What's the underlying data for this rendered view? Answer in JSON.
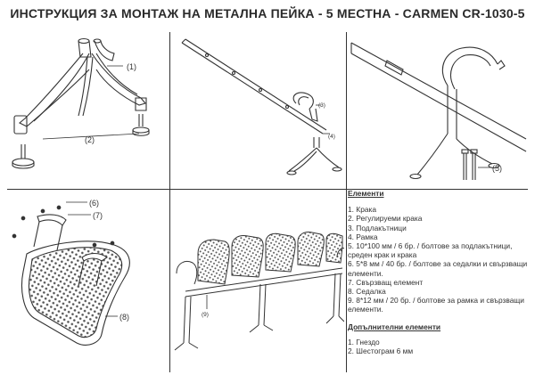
{
  "title": "ИНСТРУКЦИЯ ЗА МОНТАЖ НА МЕТАЛНА ПЕЙКА - 5 МЕСТНА -  CARMEN CR-1030-5",
  "panel1": {
    "labels": [
      "(1)",
      "(2)"
    ]
  },
  "panel2": {
    "labels": [
      "(3)",
      "(4)"
    ]
  },
  "panel3": {
    "labels": [
      "(5)"
    ]
  },
  "panel4": {
    "labels": [
      "(6)",
      "(7)",
      "(8)"
    ]
  },
  "panel5": {
    "labels": [
      "(9)"
    ]
  },
  "elements": {
    "heading": "Елементи",
    "items": [
      "1. Крака",
      "2. Регулируеми крака",
      "3. Подлакътници",
      "4. Рамка",
      "5. 10*100 мм / 6 бр. / болтове за подлакътници, среден крак и крака",
      "6. 5*8 мм / 40 бр. / болтове за седалки и свързващи елементи.",
      "7. Свързващ елемент",
      "8. Седалка",
      "9. 8*12 мм / 20 бр. / болтове за рамка и свързващи елементи."
    ]
  },
  "extra": {
    "heading": "Допълнителни елементи",
    "items": [
      "1. Гнездо",
      "2. Шестограм 6 мм"
    ]
  }
}
